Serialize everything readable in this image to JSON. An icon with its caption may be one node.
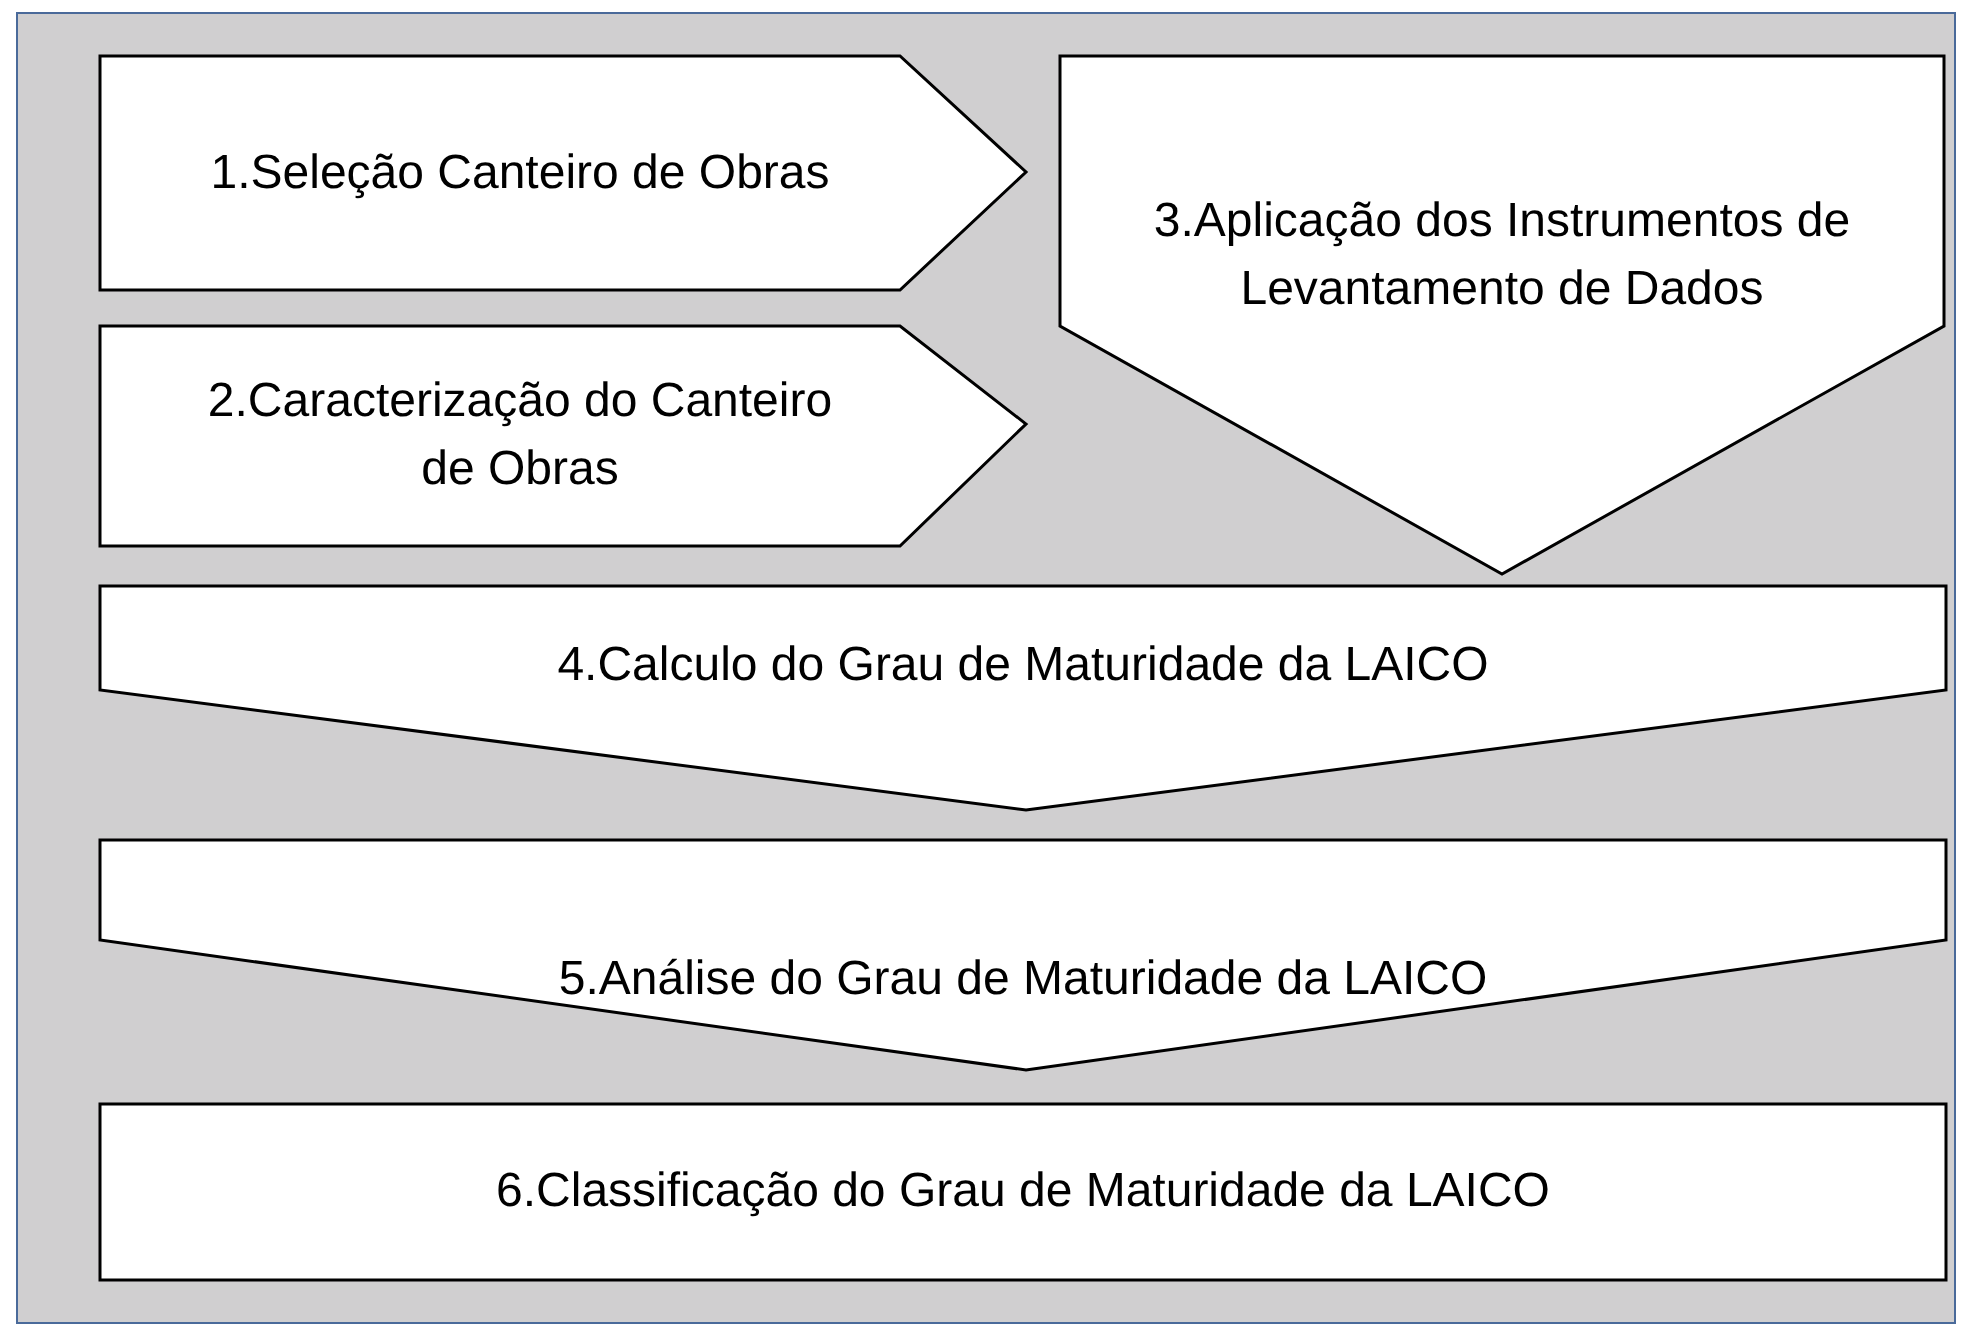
{
  "diagram": {
    "nodes": [
      {
        "text": [
          "1.Seleção Canteiro de Obras"
        ]
      },
      {
        "text": [
          "2.Caracterização do Canteiro de Obras"
        ]
      },
      {
        "text": [
          "3.Aplicação dos Instrumentos de Levantamento de Dados"
        ]
      },
      {
        "text": [
          "4.Calculo do Grau de Maturidade da LAICO"
        ]
      },
      {
        "text": [
          "5.Análise do Grau de Maturidade da LAICO"
        ]
      },
      {
        "text": [
          "6.Classificação do Grau de Maturidade da LAICO"
        ]
      }
    ]
  }
}
